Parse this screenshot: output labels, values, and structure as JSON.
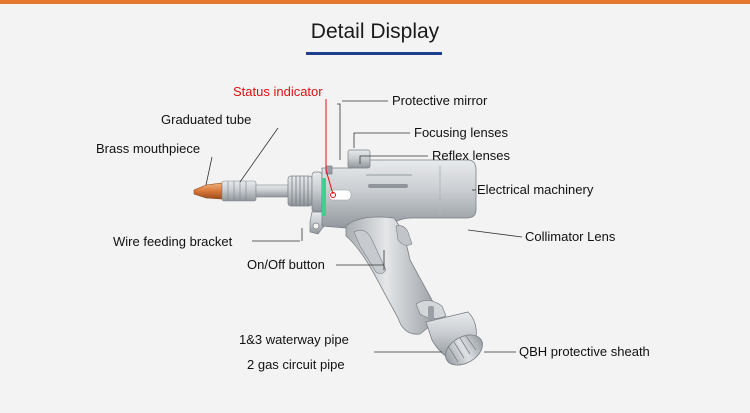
{
  "title": "Detail Display",
  "colors": {
    "accent_bar": "#e2792e",
    "underline": "#1d3f8c",
    "status_indicator": "#e01010"
  },
  "labels": {
    "status_indicator": "Status indicator",
    "protective_mirror": "Protective mirror",
    "graduated_tube": "Graduated tube",
    "focusing_lenses": "Focusing lenses",
    "brass_mouthpiece": "Brass mouthpiece",
    "reflex_lenses": "Reflex lenses",
    "electrical_machinery": "Electrical machinery",
    "wire_feeding_bracket": "Wire feeding bracket",
    "collimator_lens": "Collimator Lens",
    "on_off_button": "On/Off button",
    "waterway_pipe": "1&3 waterway pipe",
    "gas_circuit_pipe": "2 gas circuit pipe",
    "qbh_sheath": "QBH protective sheath"
  }
}
